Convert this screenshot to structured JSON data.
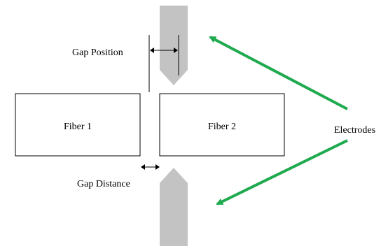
{
  "diagram": {
    "labels": {
      "gap_position": "Gap Position",
      "fiber_1": "Fiber 1",
      "fiber_2": "Fiber 2",
      "electrodes": "Electrodes",
      "gap_distance": "Gap Distance"
    },
    "colors": {
      "electrode_fill": "#c3c3c3",
      "pointer_arrow": "#1faa4f",
      "outline": "#000000"
    }
  }
}
